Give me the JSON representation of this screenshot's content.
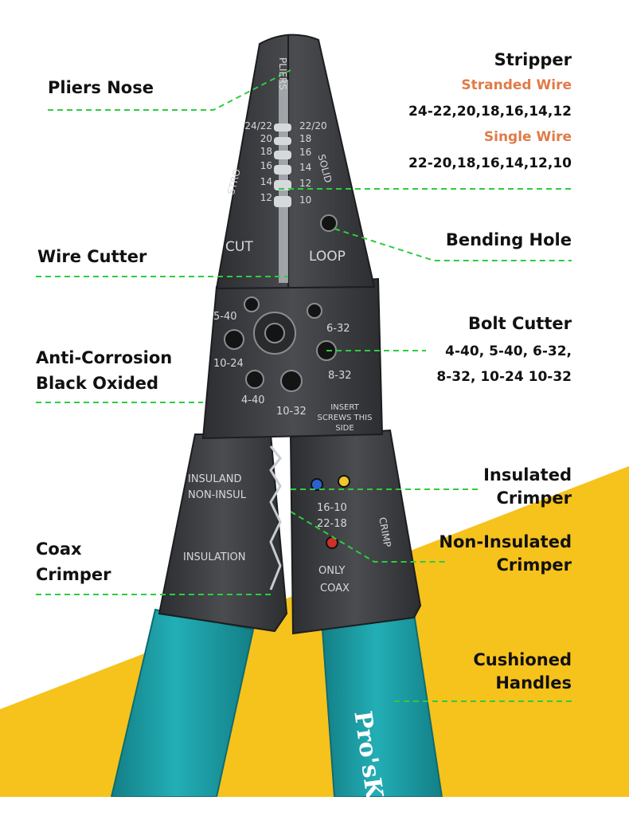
{
  "labels": {
    "pliers_nose": "Pliers Nose",
    "stripper": {
      "title": "Stripper",
      "stranded_heading": "Stranded Wire",
      "stranded_sizes": "24-22,20,18,16,14,12",
      "single_heading": "Single Wire",
      "single_sizes": "22-20,18,16,14,12,10"
    },
    "bending_hole": "Bending Hole",
    "wire_cutter": "Wire Cutter",
    "bolt_cutter": {
      "title": "Bolt Cutter",
      "sizes_line1": "4-40, 5-40, 6-32,",
      "sizes_line2": "8-32, 10-24 10-32"
    },
    "anti_corrosion": {
      "line1": "Anti-Corrosion",
      "line2": "Black Oxided"
    },
    "insulated_crimper": {
      "line1": "Insulated",
      "line2": "Crimper"
    },
    "coax_crimper": {
      "line1": "Coax",
      "line2": "Crimper"
    },
    "non_insulated_crimper": {
      "line1": "Non-Insulated",
      "line2": "Crimper"
    },
    "cushioned_handles": {
      "line1": "Cushioned",
      "line2": "Handles"
    }
  },
  "tool_markings": {
    "pliers": "PLIERS",
    "left_gauges": [
      "24/22",
      "20",
      "18",
      "16",
      "14",
      "12"
    ],
    "right_gauges": [
      "22/20",
      "18",
      "16",
      "14",
      "12",
      "10"
    ],
    "stro": "STRO",
    "solid": "SOLID",
    "cut": "CUT",
    "loop": "LOOP",
    "bolt_sizes": [
      "5-40",
      "6-32",
      "10-24",
      "8-32",
      "4-40",
      "10-32"
    ],
    "insert_screws": [
      "INSERT",
      "SCREWS THIS",
      "SIDE"
    ],
    "insuland": "INSULAND",
    "non_insul": "NON-INSUL",
    "insulation": "INSULATION",
    "crimp_sizes": [
      "16-10",
      "22-18"
    ],
    "crimp": "CRIMP",
    "only_coax": [
      "ONLY",
      "COAX"
    ],
    "brand": "Pro'sKit"
  },
  "colors": {
    "accent_orange": "#e07b48",
    "leader_green": "#2ecc40",
    "background_yellow": "#f6c21c",
    "handle_teal": "#1b9aa2",
    "metal_dark": "#3c3e41"
  }
}
